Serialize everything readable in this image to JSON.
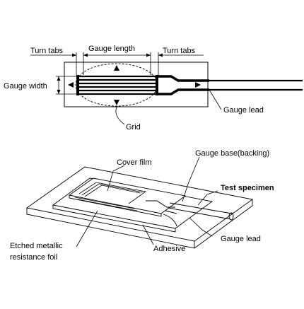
{
  "top": {
    "turn_tabs_left": "Turn tabs",
    "gauge_length": "Gauge length",
    "turn_tabs_right": "Turn tabs",
    "gauge_width": "Gauge width",
    "gauge_lead": "Gauge lead",
    "grid": "Grid"
  },
  "bottom": {
    "cover_film": "Cover film",
    "gauge_base": "Gauge base(backing)",
    "test_specimen": "Test specimen",
    "gauge_lead": "Gauge lead",
    "adhesive": "Adhesive",
    "foil_line1": "Etched metallic",
    "foil_line2": "resistance foil"
  }
}
